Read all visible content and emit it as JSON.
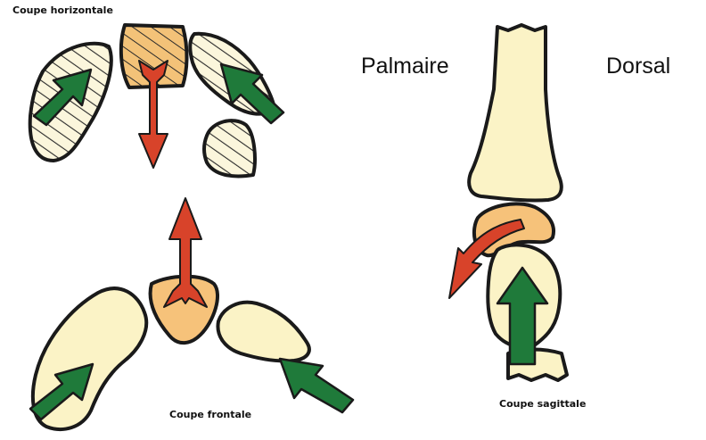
{
  "labels": {
    "horizontal": "Coupe horizontale",
    "frontal": "Coupe frontale",
    "sagittal": "Coupe sagittale",
    "palmar": "Palmaire",
    "dorsal": "Dorsal"
  },
  "colors": {
    "outline": "#1a1a1a",
    "bone": "#fbf3c6",
    "bone_orange": "#f6c27a",
    "green_arrow": "#1f7a3a",
    "red_arrow": "#d8432a",
    "hatch": "#2a2a2a"
  }
}
